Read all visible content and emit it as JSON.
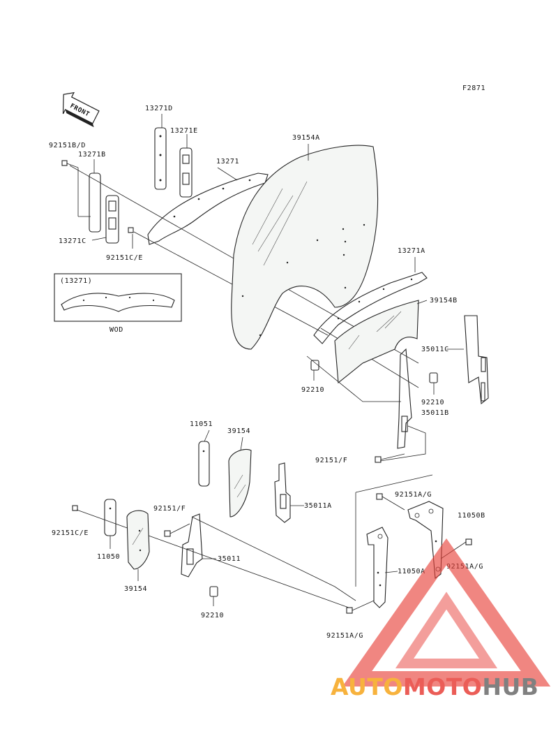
{
  "figure_code": "F2871",
  "front_label": "FRONT",
  "inset": {
    "title": "(13271)",
    "caption": "WOD"
  },
  "labels": {
    "l13271D": "13271D",
    "l13271E": "13271E",
    "l39154A": "39154A",
    "l92151BD": "92151B/D",
    "l13271B": "13271B",
    "l13271": "13271",
    "l13271C": "13271C",
    "l92151CE_top": "92151C/E",
    "l13271A": "13271A",
    "l39154B": "39154B",
    "l35011C": "35011C",
    "l92210_mid_left": "92210",
    "l92210_mid_right": "92210",
    "l35011B": "35011B",
    "l11051": "11051",
    "l39154_mid": "39154",
    "l92151F_right": "92151/F",
    "l35011A": "35011A",
    "l92151AG_top": "92151A/G",
    "l11050B": "11050B",
    "l92151CE_left": "92151C/E",
    "l92151F_left": "92151/F",
    "l11050": "11050",
    "l35011": "35011",
    "l11050A": "11050A",
    "l92151AG_right": "92151A/G",
    "l39154_bottom": "39154",
    "l92210_bottom": "92210",
    "l92151AG_bottom": "92151A/G"
  },
  "watermark": {
    "part1": "AUTO",
    "part2": "MOTO",
    "part3": "HUB"
  },
  "colors": {
    "ink": "#222222",
    "watermark_red": "#e8413a",
    "watermark_orange": "#f6a51c",
    "watermark_gray": "#6b6b6b"
  }
}
